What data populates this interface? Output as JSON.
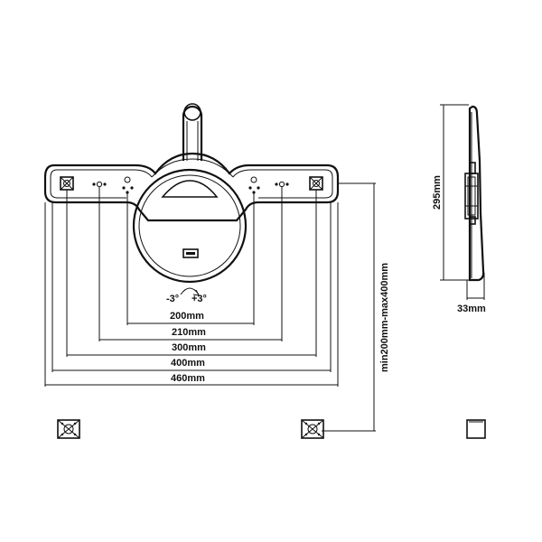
{
  "dimensions": {
    "d200": "200mm",
    "d210": "210mm",
    "d300": "300mm",
    "d400": "400mm",
    "d460": "460mm",
    "vertical": "min200mm-max400mm",
    "height": "295mm",
    "depth": "33mm"
  },
  "tilt": {
    "minus": "-3°",
    "plus": "+3°"
  }
}
